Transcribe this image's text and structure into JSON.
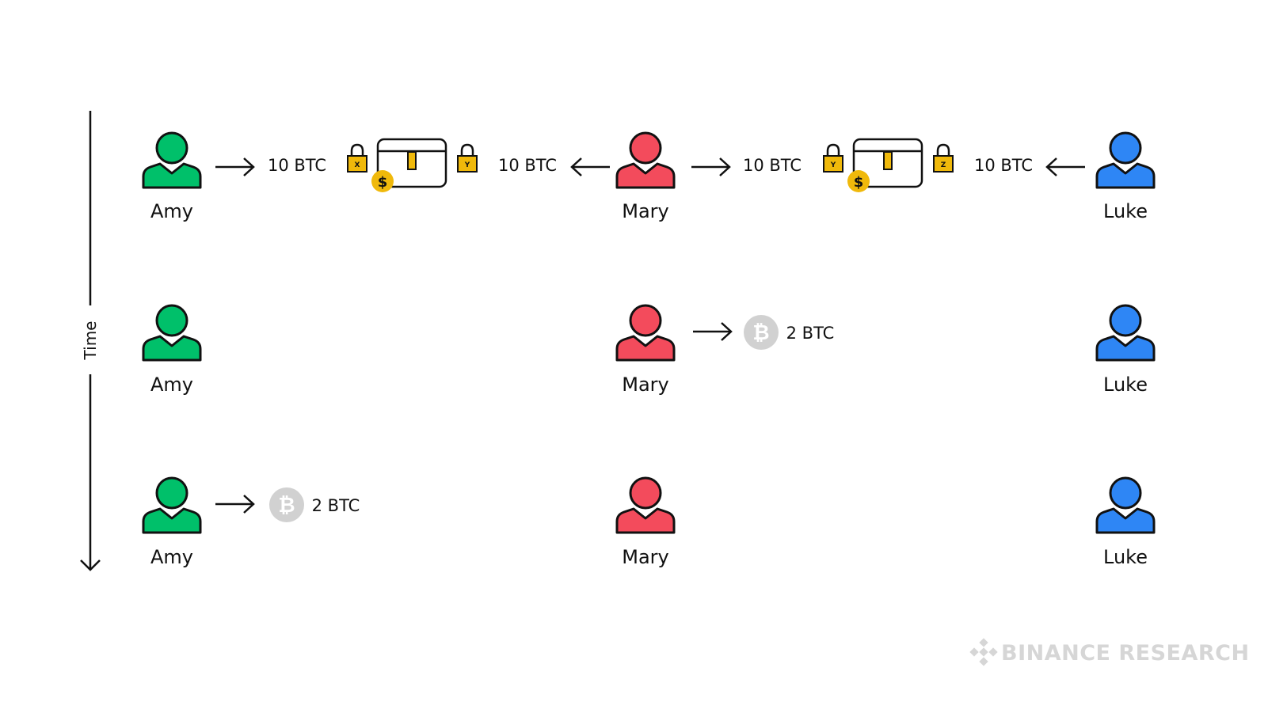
{
  "time_axis": {
    "label": "Time"
  },
  "colors": {
    "amy": "#00c06a",
    "mary": "#f34b5c",
    "luke": "#2e86f5",
    "lock": "#f0b90b",
    "coin": "#f0b90b",
    "btc_coin": "#d1d1d1",
    "outline": "#111111",
    "watermark": "#d6d6d6"
  },
  "rows": [
    {
      "people": {
        "amy": "Amy",
        "mary": "Mary",
        "luke": "Luke"
      },
      "amounts": {
        "amy_to_chest_1": "10 BTC",
        "mary_to_chest_1": "10 BTC",
        "mary_to_chest_2": "10 BTC",
        "luke_to_chest_2": "10 BTC"
      },
      "locks": {
        "chest1_left": "X",
        "chest1_right": "Y",
        "chest2_left": "Y",
        "chest2_right": "Z"
      },
      "coin_symbol": "$"
    },
    {
      "people": {
        "amy": "Amy",
        "mary": "Mary",
        "luke": "Luke"
      },
      "mary_receives": "2 BTC"
    },
    {
      "people": {
        "amy": "Amy",
        "mary": "Mary",
        "luke": "Luke"
      },
      "amy_receives": "2 BTC"
    }
  ],
  "btc_symbol": "₿",
  "watermark": {
    "text": "BINANCE RESEARCH"
  }
}
